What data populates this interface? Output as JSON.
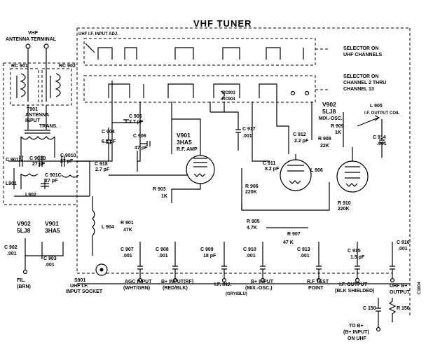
{
  "title": "VHF TUNER",
  "antenna": {
    "line1": "VHF",
    "line2": "ANTENNA TERMINAL"
  },
  "uhf_if_input_adj": "UHF I.F. INPUT ADJ.",
  "selector_uhf": [
    "SELECTOR ON",
    "UHF CHANNELS"
  ],
  "selector_vhf": [
    "SELECTOR ON",
    "CHANNEL 2 THRU",
    "CHANNEL 13"
  ],
  "coils": {
    "rc901": "RC 901",
    "rc902": "RC 902",
    "rc903": "RC903",
    "rc904": "RC904"
  },
  "t901": [
    "T901",
    "ANTENNA",
    "INPUT",
    "TRANS."
  ],
  "tubes": {
    "v901": {
      "name": "V901",
      "type": "3HA5",
      "role": "R.F. AMP"
    },
    "v902": {
      "name": "V902",
      "type": "5LJ8",
      "role": "MIX.-OSC."
    }
  },
  "components": {
    "c901a": "C 901A",
    "c901b": "C 901B",
    "c901c": "C 901C",
    "c9010": "C 9010",
    "c9010_val": "27 pF",
    "c901b_val": "27 pF",
    "c901c_val": "27 pF",
    "l901": "L901",
    "l902": "L902",
    "c904": "C 904",
    "c904_val": "6.8 pF",
    "c905": "C 905",
    "c905_val": "2.7 pF",
    "c906": "C 906",
    "c906_val": "47 pF",
    "c918": "C 918",
    "c918_val": "2.7 pF",
    "c917": "C 917",
    "c917_val": ".001",
    "c912": "C 912",
    "c912_val": "2.2 pF",
    "c911": "C 911",
    "c911_val": "8.2 pF",
    "r908": "R 908",
    "r908_val": "22K",
    "r909": "R 909",
    "r909_val": "1K",
    "r906": "R 906",
    "r906_val": "220K",
    "l905": "L 905",
    "l906": "L 906",
    "if_output_coil": "I.F. OUTPUT COIL",
    "c914": "C 914",
    "c914_val": ".001",
    "r903": "R 903",
    "r903_val": "1K",
    "r901": "R 901",
    "r901_val": "47K",
    "l904": "L 904",
    "r905": "R 905",
    "r905_val": "4.7K",
    "r907": "R 907",
    "r907_val": "47 K",
    "r910": "R 910",
    "r910_val": "220K",
    "c902": "C 902",
    "c902_val": ".001",
    "c903": "C 903",
    "c903_val": ".001",
    "c907": "C 907",
    "c907_val": ".001",
    "c908": "C 908",
    "c908_val": ".001",
    "c909": "C 909",
    "c909_val": "18 pF",
    "c910": "C 910",
    "c910_val": ".001",
    "c913": "C 913",
    "c913_val": ".001",
    "c915": "C 915",
    "c915_val": "1.5 pF",
    "c916": "C 916",
    "c916_val": ".001",
    "c150": "C 150",
    "r150": "R 150"
  },
  "heaters": {
    "v902": {
      "name": "V902",
      "type": "5LJ8"
    },
    "v901": {
      "name": "V901",
      "type": "3HA5"
    },
    "fil": "FIL.",
    "fil_sub": "(BRN)"
  },
  "terminals": {
    "uhf_if_input_socket": [
      "S901",
      "UHF I.F.",
      "INPUT SOCKET"
    ],
    "agc": [
      "AGC INPUT",
      "(WHT/GRN)"
    ],
    "b_rf": [
      "B+ INPUT(RF)",
      "(RED/BLK)"
    ],
    "if_inj": [
      "I.F. INJ."
    ],
    "b_mix": [
      "B+ INPUT",
      "(MIX.-OSC.)"
    ],
    "rf_test": [
      "R.F TEST",
      "POINT"
    ],
    "if_output": [
      "I.F. OUTPUT",
      "(BLK SHIELDED)"
    ],
    "uhf_bplus": [
      "UHF B+",
      "OUTPUT"
    ],
    "gry_blu": "(GRY/BLU)",
    "to_uhf": [
      "TO B+",
      "(B+ INPUT)",
      "ON UHF"
    ]
  },
  "side_code": "C1804"
}
